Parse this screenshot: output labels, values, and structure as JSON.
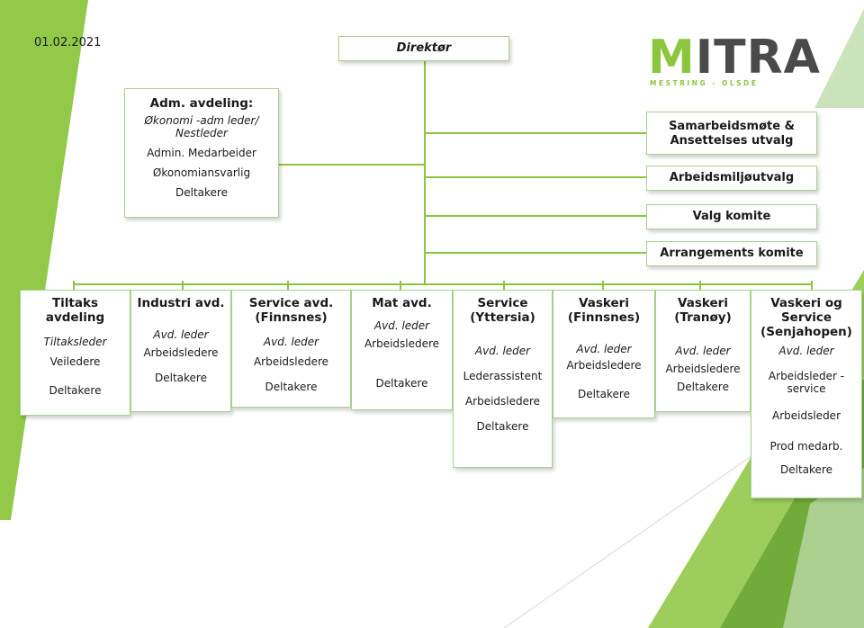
{
  "date": "01.02.2021",
  "logo": {
    "text": "MITRA",
    "subtext": "MESTRING - OLSDE"
  },
  "director": "Direktør",
  "adm": {
    "title": "Adm. avdeling:",
    "lines": [
      "Økonomi -adm leder/ Nestleder",
      "Admin. Medarbeider",
      "Økonomiansvarlig",
      "Deltakere"
    ]
  },
  "committees": [
    "Samarbeidsmøte & Ansettelses utvalg",
    "Arbeidsmiljøutvalg",
    "Valg komite",
    "Arrangements komite"
  ],
  "departments": [
    {
      "title": "Tiltaks avdeling",
      "lines": [
        "Tiltaksleder",
        "Veiledere",
        "Deltakere"
      ]
    },
    {
      "title": "Industri avd.",
      "lines": [
        "Avd. leder",
        "Arbeidsledere",
        "Deltakere"
      ]
    },
    {
      "title": "Service avd. (Finnsnes)",
      "lines": [
        "Avd. leder",
        "Arbeidsledere",
        "Deltakere"
      ]
    },
    {
      "title": "Mat avd.",
      "lines": [
        "Avd. leder",
        "Arbeidsledere",
        "Deltakere"
      ]
    },
    {
      "title": "Service (Yttersia)",
      "lines": [
        "Avd. leder",
        "Lederassistent",
        "Arbeidsledere",
        "Deltakere"
      ]
    },
    {
      "title": "Vaskeri (Finnsnes)",
      "lines": [
        "Avd. leder",
        "Arbeidsledere",
        "Deltakere"
      ]
    },
    {
      "title": "Vaskeri (Tranøy)",
      "lines": [
        "Avd. leder",
        "Arbeidsledere",
        "Deltakere"
      ]
    },
    {
      "title": "Vaskeri og Service (Senjahopen)",
      "lines": [
        "Avd. leder",
        "Arbeidsleder - service",
        "Arbeidsleder",
        "Prod medarb.",
        "Deltakere"
      ]
    }
  ],
  "colors": {
    "accent": "#8cc63f",
    "accent_dark": "#6aa532",
    "line": "#8cc63f",
    "logo_grey": "#4a4a4a"
  }
}
